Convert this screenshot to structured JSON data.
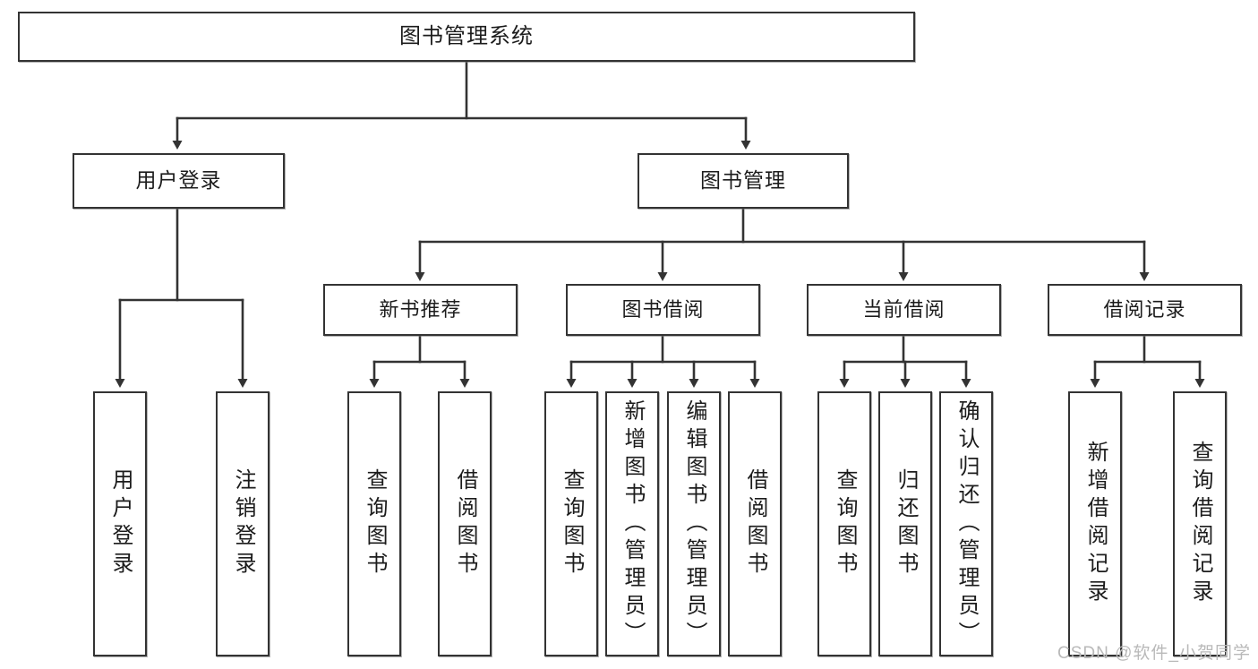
{
  "diagram": {
    "title": "图书管理系统",
    "type": "tree-hierarchy",
    "colors": {
      "box_border": "#333333",
      "box_fill": "#ffffff",
      "text": "#1c1c1c",
      "edge": "#333333",
      "watermark": "#b9b9b9",
      "background": "#ffffff"
    }
  },
  "nodes": {
    "root": {
      "label": "图书管理系统"
    },
    "level2": [
      {
        "id": "user-login",
        "label": "用户登录"
      },
      {
        "id": "book-manage",
        "label": "图书管理"
      }
    ],
    "level3": [
      {
        "id": "new-book-recommend",
        "label": "新书推荐"
      },
      {
        "id": "book-borrow",
        "label": "图书借阅"
      },
      {
        "id": "current-borrow",
        "label": "当前借阅"
      },
      {
        "id": "borrow-record",
        "label": "借阅记录"
      }
    ],
    "leaves": {
      "user-login": [
        {
          "id": "leaf-user-login",
          "label": "用户登录"
        },
        {
          "id": "leaf-logout-login",
          "label": "注销登录"
        }
      ],
      "new-book-recommend": [
        {
          "id": "leaf-query-book-1",
          "label": "查询图书"
        },
        {
          "id": "leaf-borrow-book-1",
          "label": "借阅图书"
        }
      ],
      "book-borrow": [
        {
          "id": "leaf-query-book-2",
          "label": "查询图书"
        },
        {
          "id": "leaf-add-book-admin",
          "label": "新增图书（管理员）"
        },
        {
          "id": "leaf-edit-book-admin",
          "label": "编辑图书（管理员）"
        },
        {
          "id": "leaf-borrow-book-2",
          "label": "借阅图书"
        }
      ],
      "current-borrow": [
        {
          "id": "leaf-query-book-3",
          "label": "查询图书"
        },
        {
          "id": "leaf-return-book",
          "label": "归还图书"
        },
        {
          "id": "leaf-confirm-return-admin",
          "label": "确认归还（管理员）"
        }
      ],
      "borrow-record": [
        {
          "id": "leaf-add-borrow-record",
          "label": "新增借阅记录"
        },
        {
          "id": "leaf-query-borrow-record",
          "label": "查询借阅记录"
        }
      ]
    }
  },
  "watermark": {
    "text": "CSDN @软件_小贺同学"
  }
}
